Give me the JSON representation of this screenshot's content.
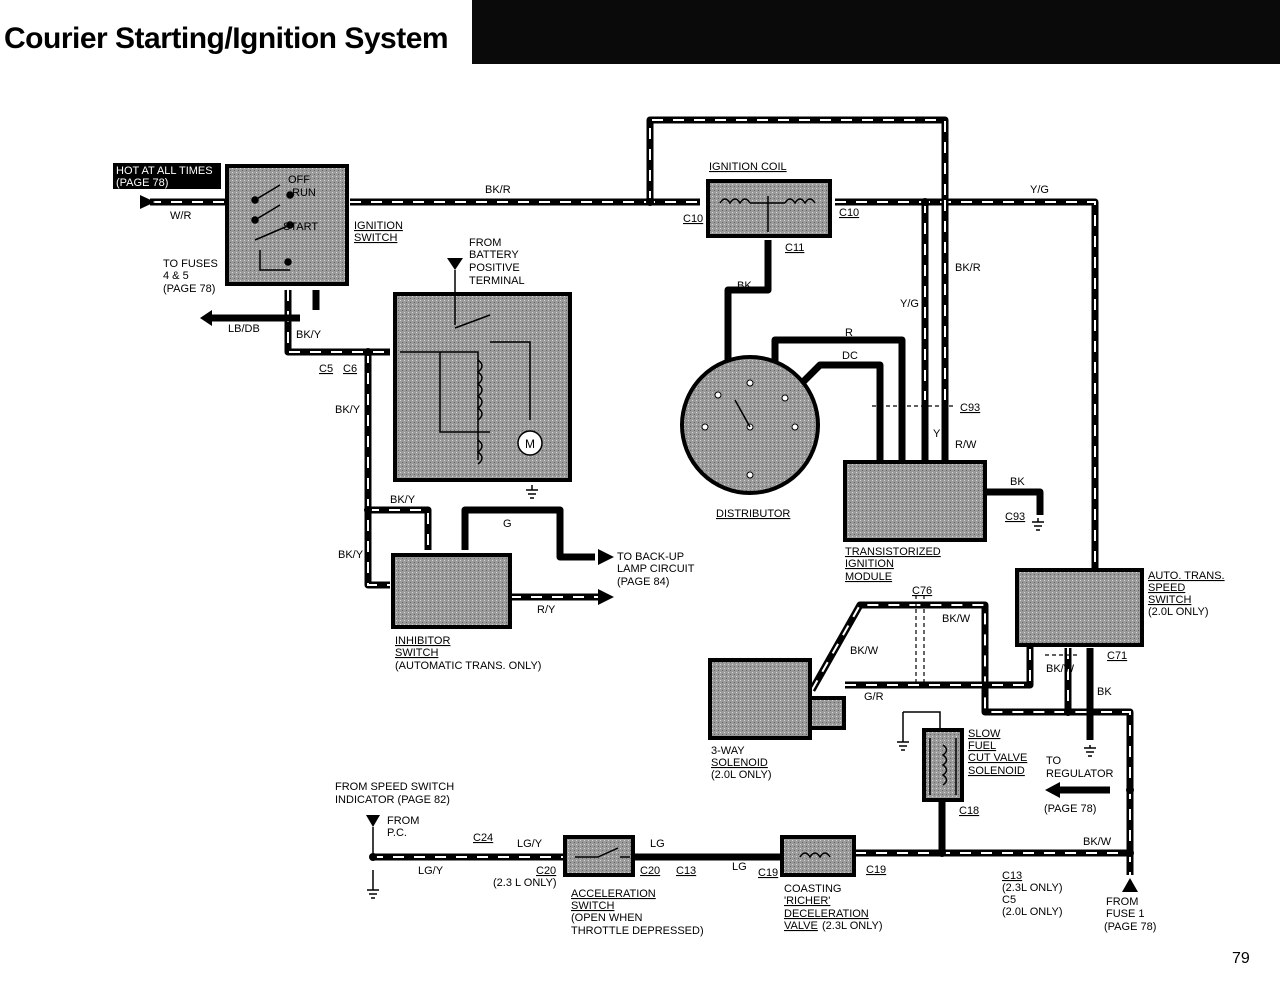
{
  "title": "Courier Starting/Ignition System",
  "page_number": "79",
  "labels": {
    "hot": "HOT AT ALL TIMES",
    "hot_page": "(PAGE 78)",
    "wr": "W/R",
    "off": "OFF",
    "run": "RUN",
    "start": "START",
    "ign_sw_1": "IGNITION",
    "ign_sw_2": "SWITCH",
    "fuses_1": "TO FUSES",
    "fuses_2": "4 & 5",
    "fuses_3": "(PAGE 78)",
    "lbdb": "LB/DB",
    "bky": "BK/Y",
    "c5": "C5",
    "c6": "C6",
    "from_batt_1": "FROM",
    "from_batt_2": "BATTERY",
    "from_batt_3": "POSITIVE",
    "from_batt_4": "TERMINAL",
    "bkr": "BK/R",
    "ign_coil": "IGNITION COIL",
    "c10": "C10",
    "c11": "C11",
    "bk": "BK",
    "yg": "Y/G",
    "r": "R",
    "dc": "DC",
    "c93": "C93",
    "y": "Y",
    "rw": "R/W",
    "distributor": "DISTRIBUTOR",
    "tim_1": "TRANSISTORIZED",
    "tim_2": "IGNITION",
    "tim_3": "MODULE",
    "g": "G",
    "backup_1": "TO BACK-UP",
    "backup_2": "LAMP CIRCUIT",
    "backup_3": "(PAGE 84)",
    "ry": "R/Y",
    "inh_1": "INHIBITOR",
    "inh_2": "SWITCH",
    "inh_3": "(AUTOMATIC TRANS. ONLY)",
    "ats_1": "AUTO. TRANS.",
    "ats_2": "SPEED",
    "ats_3": "SWITCH",
    "ats_4": "(2.0L ONLY)",
    "c76": "C76",
    "bkw": "BK/W",
    "c71": "C71",
    "gr": "G/R",
    "sol3_1": "3-WAY",
    "sol3_2": "SOLENOID",
    "sol3_3": "(2.0L ONLY)",
    "sfcv_1": "SLOW",
    "sfcv_2": "FUEL",
    "sfcv_3": "CUT VALVE",
    "sfcv_4": "SOLENOID",
    "to_reg_1": "TO",
    "to_reg_2": "REGULATOR",
    "to_reg_3": "(PAGE 78)",
    "c18": "C18",
    "fss_1": "FROM SPEED SWITCH",
    "fss_2": "INDICATOR (PAGE 82)",
    "from_pc_1": "FROM",
    "from_pc_2": "P.C.",
    "c24": "C24",
    "lgy": "LG/Y",
    "c20": "C20",
    "c20_note": "(2.3 L ONLY)",
    "lg": "LG",
    "c13": "C13",
    "c19": "C19",
    "acc_1": "ACCELERATION",
    "acc_2": "SWITCH",
    "acc_3": "(OPEN WHEN",
    "acc_4": "THROTTLE DEPRESSED)",
    "crd_1": "COASTING",
    "crd_2": "'RICHER'",
    "crd_3": "DECELERATION",
    "crd_4": "VALVE",
    "crd_5": "(2.3L ONLY)",
    "c13_23": "(2.3L ONLY)",
    "c5_20": "(2.0L ONLY)",
    "fuse1_1": "FROM",
    "fuse1_2": "FUSE 1",
    "fuse1_3": "(PAGE 78)",
    "m": "M"
  }
}
